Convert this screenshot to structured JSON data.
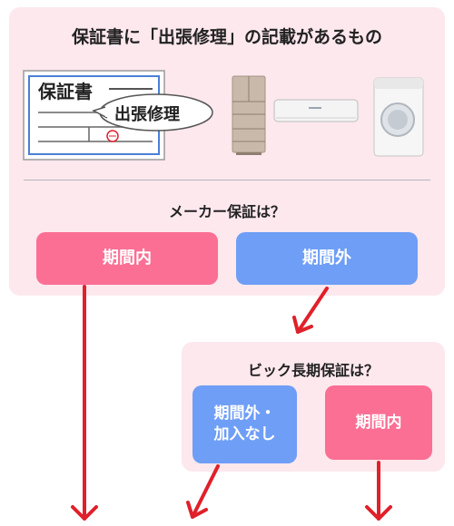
{
  "title": "保証書に「出張修理」の記載があるもの",
  "certificate": {
    "heading": "保証書",
    "stamp_label": "出張修理"
  },
  "questions": {
    "maker": "メーカー保証は？",
    "bic": "ビック長期保証は？"
  },
  "boxes": {
    "maker_in": "期間内",
    "maker_out": "期間外",
    "bic_out_line1": "期間外・",
    "bic_out_line2": "加入なし",
    "bic_in": "期間内"
  },
  "colors": {
    "panel": "#fde8ee",
    "pink": "#fb6f94",
    "blue": "#6e9ef6",
    "arrow": "#e0202a"
  }
}
